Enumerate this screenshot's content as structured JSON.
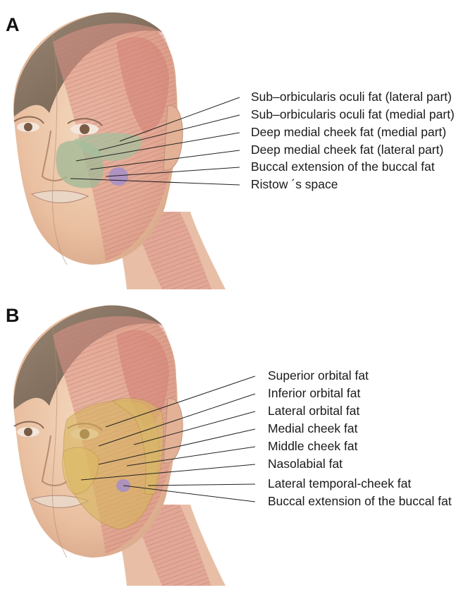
{
  "panels": [
    {
      "letter": "A",
      "labels": [
        "Sub–orbicularis oculi fat (lateral part)",
        "Sub–orbicularis oculi fat (medial part)",
        "Deep medial cheek fat (medial part)",
        "Deep medial cheek fat (lateral part)",
        "Buccal extension of the buccal fat",
        "Ristow ´s space"
      ]
    },
    {
      "letter": "B",
      "labels": [
        "Superior orbital fat",
        "Inferior orbital fat",
        "Lateral orbital fat",
        "Medial cheek fat",
        "Middle cheek fat",
        "Nasolabial fat",
        "Lateral temporal-cheek fat",
        "Buccal extension of the buccal fat"
      ]
    }
  ],
  "colors": {
    "skin": "#ecc7a8",
    "muscle": "#d98f86",
    "hair": "#8a7766",
    "deep_fat_green": "#9fb896",
    "superficial_fat_yellow": "#d7b45c",
    "buccal_fat_purple": "#a48ec9",
    "leader_line": "#222222"
  }
}
